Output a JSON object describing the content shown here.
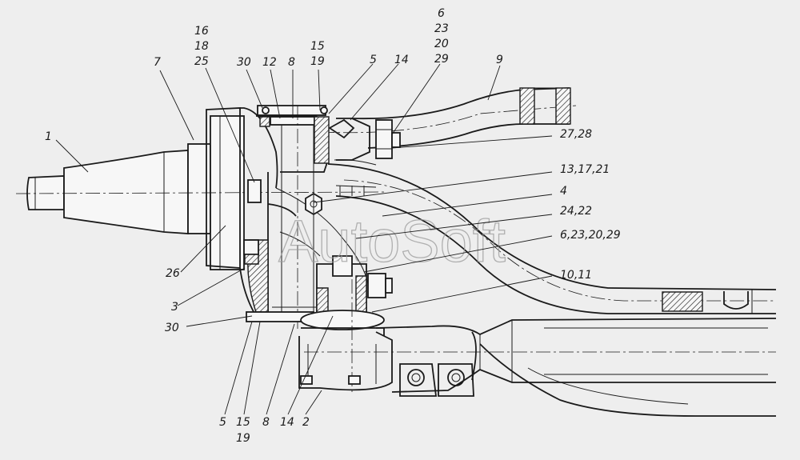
{
  "watermark": "AutoSoft",
  "callouts": {
    "c1": "1",
    "c7": "7",
    "c16": "16",
    "c18": "18",
    "c25": "25",
    "c30_top": "30",
    "c12": "12",
    "c8_top": "8",
    "c15_top": "15",
    "c19_top": "19",
    "c5_top": "5",
    "c14_top": "14",
    "c6_top": "6",
    "c23_top": "23",
    "c20_top": "20",
    "c29_top": "29",
    "c9": "9",
    "c27_28": "27,28",
    "c13_17_21": "13,17,21",
    "c4": "4",
    "c24_22": "24,22",
    "c6_23_20_29": "6,23,20,29",
    "c10_11": "10,11",
    "c26": "26",
    "c3": "3",
    "c30_bottom": "30",
    "c5_bottom": "5",
    "c15_bottom": "15",
    "c19_bottom": "19",
    "c8_bottom": "8",
    "c14_bottom": "14",
    "c2": "2"
  },
  "colors": {
    "paper": "#eeeeee",
    "ink": "#1a1a1a",
    "watermark": "#9a9a9a"
  }
}
